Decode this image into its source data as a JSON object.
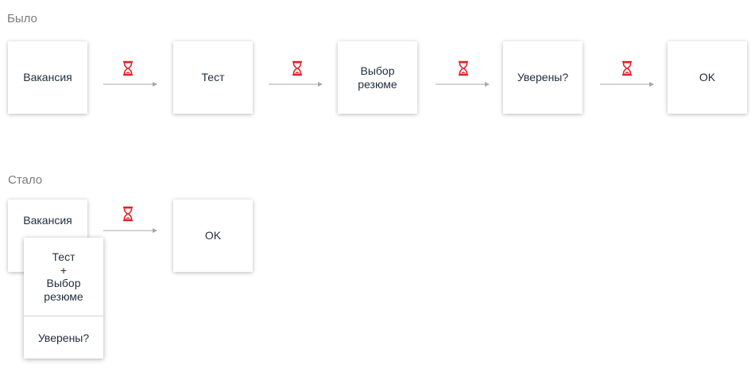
{
  "colors": {
    "accent": "#e31e24",
    "arrow": "#a8a8a8",
    "label": "#7b7b7b",
    "text": "#1f2d3d"
  },
  "before": {
    "label": "Было",
    "steps": [
      {
        "lines": [
          "Вакансия"
        ]
      },
      {
        "lines": [
          "Тест"
        ]
      },
      {
        "lines": [
          "Выбор",
          "резюме"
        ]
      },
      {
        "lines": [
          "Уверены?"
        ]
      },
      {
        "lines": [
          "OK"
        ]
      }
    ],
    "wait_icon": "hourglass-icon"
  },
  "after": {
    "label": "Стало",
    "vacancy": "Вакансия",
    "merged": {
      "line1": "Тест",
      "line2": "+",
      "line3": "Выбор",
      "line4": "резюме",
      "confirm": "Уверены?"
    },
    "result": "OK",
    "wait_icon": "hourglass-icon"
  }
}
